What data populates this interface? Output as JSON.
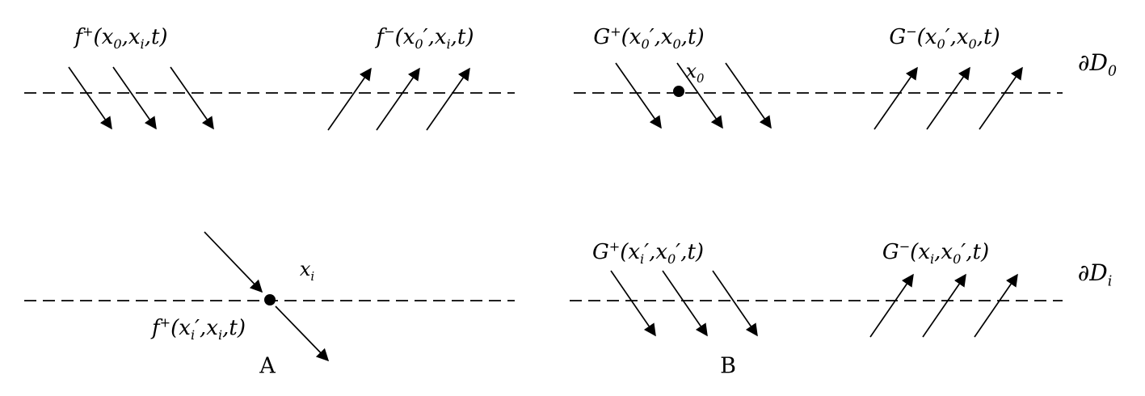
{
  "figure": {
    "colors": {
      "ink": "#000000",
      "background": "#ffffff"
    },
    "panel_a": {
      "letter": "A",
      "top": {
        "left_label": "f^{+}(x_{0},x_{i},t)",
        "right_label": "f^{−}(x_{0}′,x_{i},t)"
      },
      "bottom": {
        "point_label": "x_{i}",
        "field_label": "f^{+}(x_{i}′,x_{i},t)"
      }
    },
    "panel_b": {
      "letter": "B",
      "top": {
        "left_label": "G^{+}(x_{0}′,x_{0},t)",
        "point_label": "x_{0}",
        "right_label": "G^{−}(x_{0}′,x_{0},t)",
        "boundary_label": "∂D_{0}"
      },
      "bottom": {
        "left_label": "G^{+}(x_{i}′,x_{0}′,t)",
        "right_label": "G^{−}(x_{i},x_{0}′,t)",
        "boundary_label": "∂D_{i}"
      }
    }
  }
}
